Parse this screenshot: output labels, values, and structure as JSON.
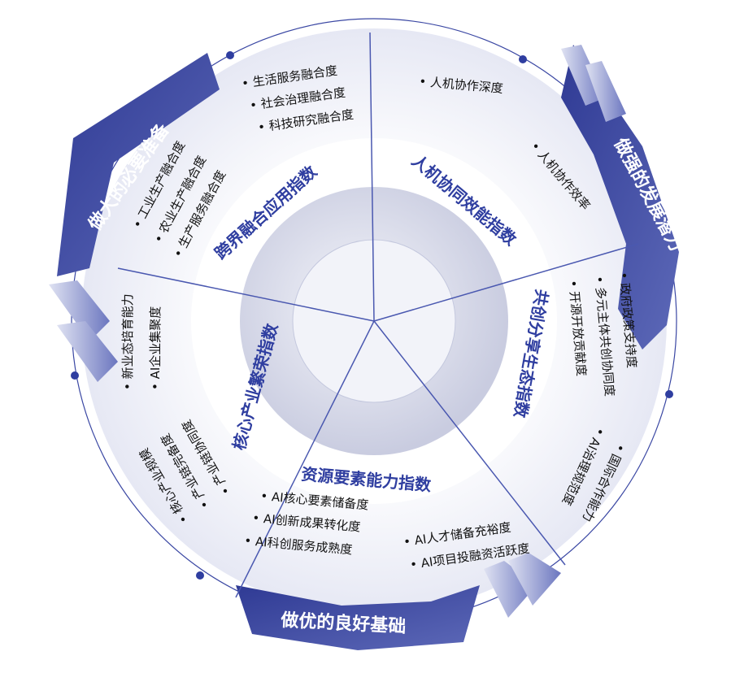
{
  "colors": {
    "accent": "#2f3ea0",
    "banner": "#34409a",
    "ring": "#eef0f8",
    "divider": "#4a58b0"
  },
  "banners": [
    "做大的必要准备",
    "做强的发展潜力",
    "做优的良好基础"
  ],
  "sections": [
    {
      "title": "跨界融合应用指数",
      "items": [
        "生活服务融合度",
        "社会治理融合度",
        "科技研究融合度",
        "工业生产融合度",
        "农业生产融合度",
        "生产服务融合度"
      ]
    },
    {
      "title": "人机协同效能指数",
      "items": [
        "人机协作深度",
        "人机协作效率"
      ]
    },
    {
      "title": "共创分享生态指数",
      "items": [
        "政府政策支持度",
        "多元主体共创协同度",
        "开源开放贡献度",
        "AI治理规范度",
        "国际合作能力"
      ]
    },
    {
      "title": "资源要素能力指数",
      "items": [
        "AI核心要素储备度",
        "AI创新成果转化度",
        "AI科创服务成熟度",
        "AI人才储备充裕度",
        "AI项目投融资活跃度"
      ]
    },
    {
      "title": "核心产业繁荣指数",
      "items": [
        "新业态培育能力",
        "AI企业集聚度",
        "核心产业规模",
        "产业链完备度",
        "产业链协同度"
      ]
    }
  ]
}
